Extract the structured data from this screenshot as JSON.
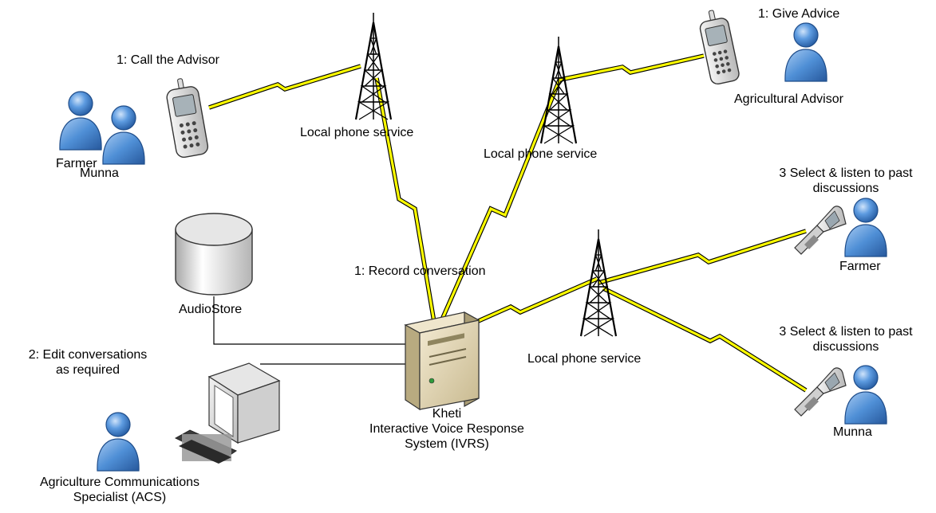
{
  "labels": {
    "call_advisor": "1: Call the Advisor",
    "give_advice": "1: Give Advice",
    "agricultural_advisor": "Agricultural Advisor",
    "farmer_left": "Farmer",
    "munna_left": "Munna",
    "local_service_1": "Local phone service",
    "local_service_2": "Local phone service",
    "local_service_3": "Local phone service",
    "select_listen_1_line1": "3 Select & listen to past",
    "select_listen_1_line2": "discussions",
    "farmer_right": "Farmer",
    "select_listen_2_line1": "3 Select & listen to past",
    "select_listen_2_line2": "discussions",
    "munna_right": "Munna",
    "audio_store": "AudioStore",
    "record_conversation": "1: Record conversation",
    "edit_line1": "2: Edit conversations",
    "edit_line2": "as required",
    "kheti_line1": "Kheti",
    "kheti_line2": "Interactive Voice Response",
    "kheti_line3": "System (IVRS)",
    "acs_line1": "Agriculture Communications",
    "acs_line2": "Specialist (ACS)"
  },
  "icons": {
    "person": "person-icon",
    "mobile_phone": "mobile-phone-icon",
    "flip_phone": "flip-phone-icon",
    "tower": "cell-tower-icon",
    "server": "server-icon",
    "database": "database-icon",
    "computer": "computer-icon"
  },
  "colors": {
    "person_fill": "#4f8fd6",
    "person_stroke": "#1f4d8a",
    "lightning": "#ffff00",
    "connector": "#000000"
  }
}
